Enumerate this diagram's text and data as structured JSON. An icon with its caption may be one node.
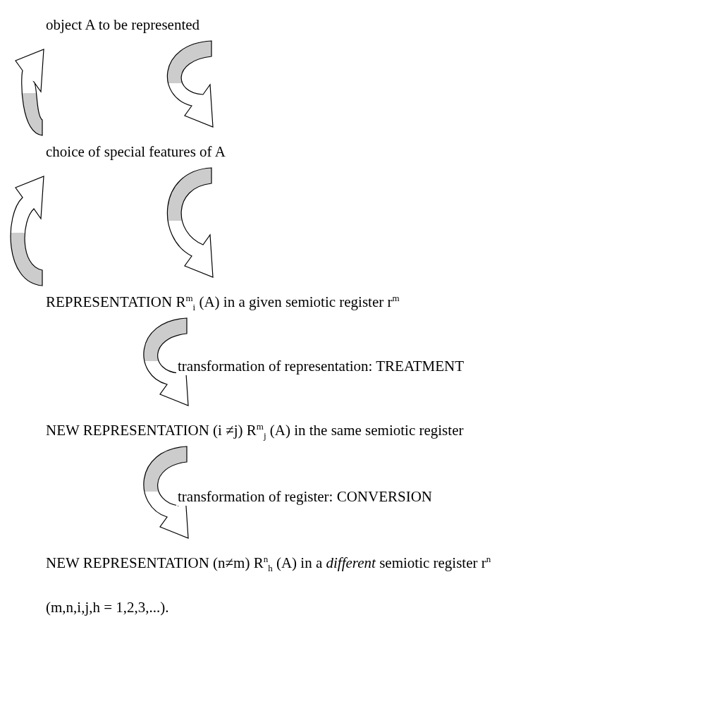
{
  "diagram": {
    "nodes": [
      {
        "text": [
          "object A to be represented"
        ]
      },
      {
        "text": [
          "choice of special features of A"
        ]
      },
      {
        "text": [
          "REPRESENTATION R$^{m}$$_{i}$ (A) in a given semiotic register r$^{m}$"
        ]
      },
      {
        "text": [
          "NEW REPRESENTATION (i ≠j) R$^{m}$$_{j}$ (A) in the same semiotic register"
        ]
      },
      {
        "text": [
          "NEW REPRESENTATION (n≠m) R$^{n}$$_{h}$ (A) in a *different* semiotic register r$^{n}$"
        ]
      }
    ],
    "edges": [
      {
        "from": 0,
        "to": 1,
        "arrow": "to"
      },
      {
        "from": 1,
        "to": 0,
        "arrow": "to"
      },
      {
        "from": 1,
        "to": 2,
        "arrow": "to"
      },
      {
        "from": 2,
        "to": 1,
        "arrow": "to"
      },
      {
        "from": 2,
        "to": 3,
        "arrow": "to",
        "label": "transformation of representation: TREATMENT"
      },
      {
        "from": 3,
        "to": 4,
        "arrow": "to",
        "label": "transformation of register: CONVERSION"
      }
    ],
    "labels": [
      "(m,n,i,j,h = 1,2,3,...)."
    ]
  }
}
